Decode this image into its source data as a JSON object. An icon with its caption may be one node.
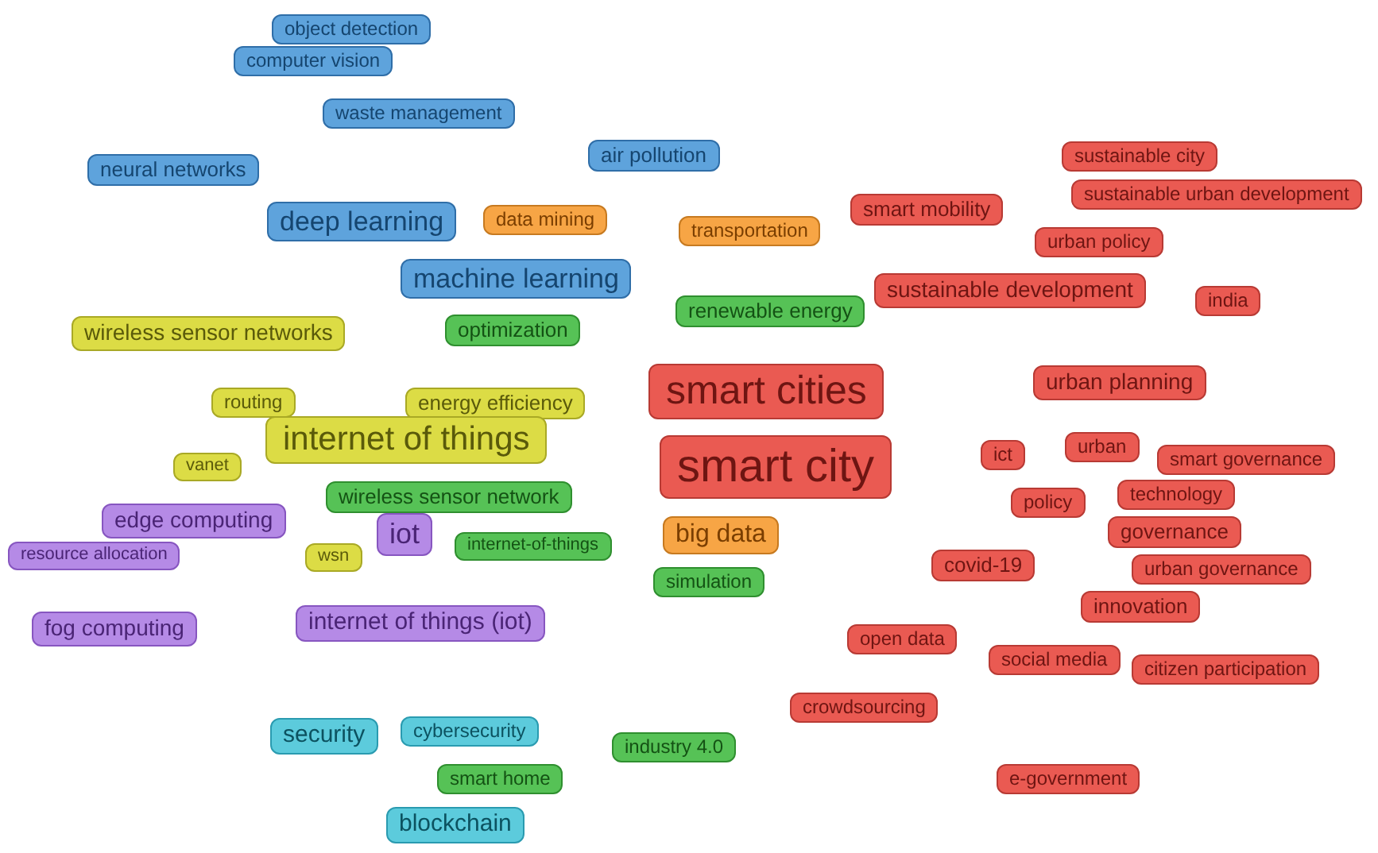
{
  "diagram": {
    "nodes": [
      {
        "text": [
          "object detection"
        ]
      },
      {
        "text": [
          "computer vision"
        ]
      },
      {
        "text": [
          "waste management"
        ]
      },
      {
        "text": [
          "air pollution"
        ]
      },
      {
        "text": [
          "neural networks"
        ]
      },
      {
        "text": [
          "deep learning"
        ]
      },
      {
        "text": [
          "data mining"
        ]
      },
      {
        "text": [
          "transportation"
        ]
      },
      {
        "text": [
          "smart mobility"
        ]
      },
      {
        "text": [
          "sustainable city"
        ]
      },
      {
        "text": [
          "sustainable urban development"
        ]
      },
      {
        "text": [
          "urban policy"
        ]
      },
      {
        "text": [
          "machine learning"
        ]
      },
      {
        "text": [
          "sustainable development"
        ]
      },
      {
        "text": [
          "india"
        ]
      },
      {
        "text": [
          "renewable energy"
        ]
      },
      {
        "text": [
          "wireless sensor networks"
        ]
      },
      {
        "text": [
          "optimization"
        ]
      },
      {
        "text": [
          "smart cities"
        ]
      },
      {
        "text": [
          "urban planning"
        ]
      },
      {
        "text": [
          "routing"
        ]
      },
      {
        "text": [
          "energy efficiency"
        ]
      },
      {
        "text": [
          "internet of things"
        ]
      },
      {
        "text": [
          "smart city"
        ]
      },
      {
        "text": [
          "ict"
        ]
      },
      {
        "text": [
          "urban"
        ]
      },
      {
        "text": [
          "smart governance"
        ]
      },
      {
        "text": [
          "vanet"
        ]
      },
      {
        "text": [
          "technology"
        ]
      },
      {
        "text": [
          "policy"
        ]
      },
      {
        "text": [
          "wireless sensor network"
        ]
      },
      {
        "text": [
          "edge computing"
        ]
      },
      {
        "text": [
          "governance"
        ]
      },
      {
        "text": [
          "iot"
        ]
      },
      {
        "text": [
          "internet-of-things"
        ]
      },
      {
        "text": [
          "big data"
        ]
      },
      {
        "text": [
          "resource allocation"
        ]
      },
      {
        "text": [
          "wsn"
        ]
      },
      {
        "text": [
          "covid-19"
        ]
      },
      {
        "text": [
          "urban governance"
        ]
      },
      {
        "text": [
          "simulation"
        ]
      },
      {
        "text": [
          "internet of things (iot)"
        ]
      },
      {
        "text": [
          "fog computing"
        ]
      },
      {
        "text": [
          "innovation"
        ]
      },
      {
        "text": [
          "open data"
        ]
      },
      {
        "text": [
          "social media"
        ]
      },
      {
        "text": [
          "citizen participation"
        ]
      },
      {
        "text": [
          "crowdsourcing"
        ]
      },
      {
        "text": [
          "security"
        ]
      },
      {
        "text": [
          "cybersecurity"
        ]
      },
      {
        "text": [
          "industry 4.0"
        ]
      },
      {
        "text": [
          "smart home"
        ]
      },
      {
        "text": [
          "blockchain"
        ]
      },
      {
        "text": [
          "e-government"
        ]
      }
    ]
  }
}
